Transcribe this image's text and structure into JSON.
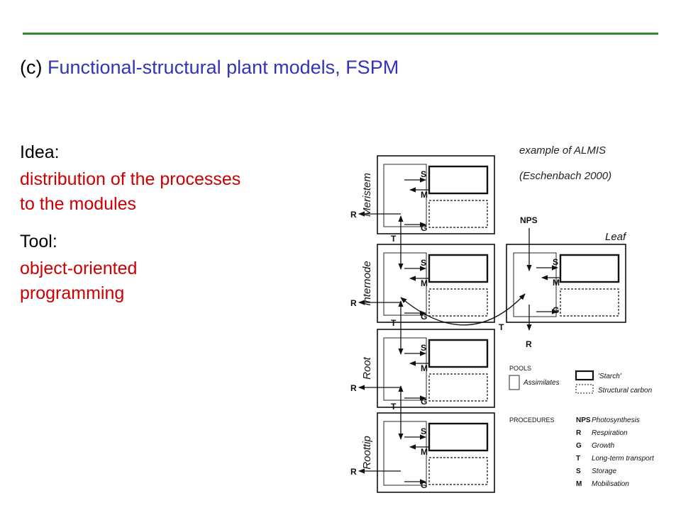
{
  "header": {
    "prefix": "(c)",
    "title": "Functional-structural plant models, FSPM"
  },
  "left": {
    "idea_label": "Idea:",
    "idea_lines": [
      "distribution of the processes",
      "to the modules"
    ],
    "tool_label": "Tool:",
    "tool_lines": [
      "object-oriented",
      "programming"
    ]
  },
  "figure": {
    "caption_line1": "example of ALMIS",
    "caption_line2": "(Eschenbach 2000)",
    "modules": [
      "Meristem",
      "Internode",
      "Root",
      "Roottip"
    ],
    "leaf_label": "Leaf",
    "nps_label": "NPS",
    "letters": {
      "S": "S",
      "M": "M",
      "G": "G",
      "R": "R",
      "T": "T"
    },
    "pools": {
      "heading": "POOLS",
      "assimilates": "Assimilates",
      "starch": "'Starch'",
      "structural": "Structural carbon"
    },
    "procedures": {
      "heading": "PROCEDURES",
      "items": [
        {
          "code": "NPS",
          "name": "Photosynthesis"
        },
        {
          "code": "R",
          "name": "Respiration"
        },
        {
          "code": "G",
          "name": "Growth"
        },
        {
          "code": "T",
          "name": "Long-term transport"
        },
        {
          "code": "S",
          "name": "Storage"
        },
        {
          "code": "M",
          "name": "Mobilisation"
        }
      ]
    }
  }
}
